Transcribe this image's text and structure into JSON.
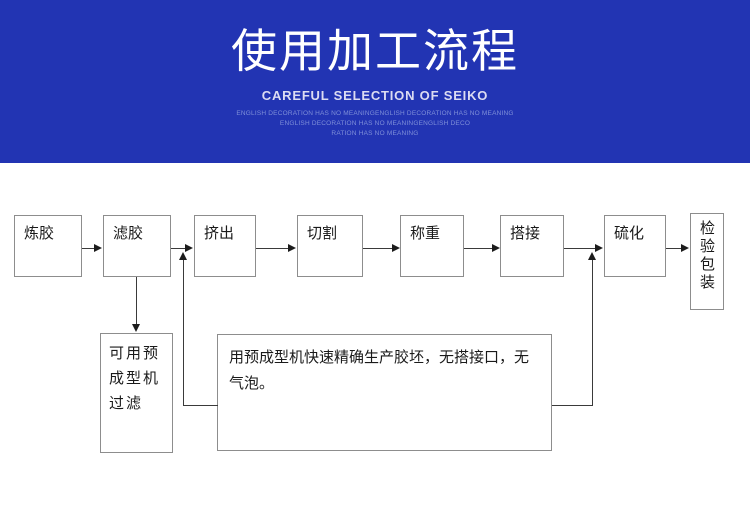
{
  "banner": {
    "title": "使用加工流程",
    "subtitle": "CAREFUL SELECTION OF SEIKO",
    "decoration_lines": [
      "ENGLISH DECORATION HAS NO MEANINGENGLISH DECORATION HAS NO MEANING",
      "ENGLISH DECORATION HAS NO MEANINGENGLISH DECO",
      "RATION HAS NO MEANING"
    ],
    "background_color": "#2234b3",
    "title_color": "#ffffff",
    "subtitle_color": "#dcdcf2",
    "decoration_color": "#7f8fd8"
  },
  "flowchart": {
    "border_color": "#8d8d8d",
    "connector_color": "#3a3a3a",
    "main_steps": [
      {
        "id": "step-lianjiao",
        "label": "炼胶"
      },
      {
        "id": "step-lvjiao",
        "label": "滤胶"
      },
      {
        "id": "step-jichu",
        "label": "挤出"
      },
      {
        "id": "step-qiege",
        "label": "切割"
      },
      {
        "id": "step-chengzhong",
        "label": "称重"
      },
      {
        "id": "step-dajie",
        "label": "搭接"
      },
      {
        "id": "step-liuhua",
        "label": "硫化"
      },
      {
        "id": "step-jianyanbaozhuang",
        "label": "检验包装"
      }
    ],
    "branch_note": "可用预成型机过滤",
    "main_note": "用预成型机快速精确生产胶坯，无搭接口，无气泡。"
  }
}
